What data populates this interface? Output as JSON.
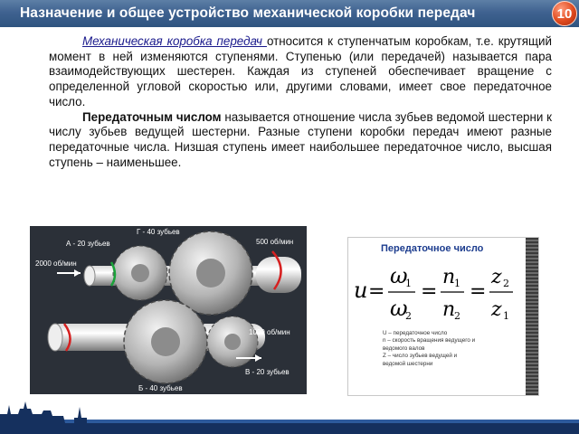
{
  "header": {
    "title": "Назначение и общее устройство механической коробки передач",
    "slide_number": "10"
  },
  "body": {
    "p1_term": "Механическая коробка передач ",
    "p1_rest": "относится к ступенчатым коробкам, т.е. крутящий момент в ней изменяются ступенями. Ступенью (или передачей) называется пара взаимодействующих шестерен. Каждая из ступеней обеспечивает вращение с определенной угловой скоростью или, другими словами, имеет свое передаточное число.",
    "p2_term": "Передаточным числом",
    "p2_rest": " называется отношение числа зубьев ведомой шестерни к числу зубьев ведущей шестерни. Разные ступени коробки передач имеют разные передаточные числа. Низшая ступень имеет наибольшее передаточное число, высшая ступень – наименьшее."
  },
  "gear_figure": {
    "label_g": "Г - 40 зубьев",
    "label_a": "А - 20 зубьев",
    "label_in_speed": "2000 об/мин",
    "label_top_speed": "500 об/мин",
    "label_out_speed": "1000 об/мин",
    "label_v": "В - 20 зубьев",
    "label_b": "Б - 40 зубьев"
  },
  "ratio_panel": {
    "title": "Передаточное число",
    "formula": {
      "u": "u",
      "eq": "=",
      "omega": "ω",
      "sub1": "1",
      "sub2": "2",
      "n": "n",
      "z": "z"
    },
    "legend": [
      "U – передаточное число",
      "n – скорость вращения ведущего и",
      "ведомого валов",
      "Z – число зубьев ведущей и",
      "ведомой шестерни"
    ]
  },
  "colors": {
    "title_bar": "#3f6290",
    "badge": "#e04a1e",
    "term_link": "#1a1a8c",
    "panel_title": "#1c3c8e",
    "footer": "#15305e"
  }
}
